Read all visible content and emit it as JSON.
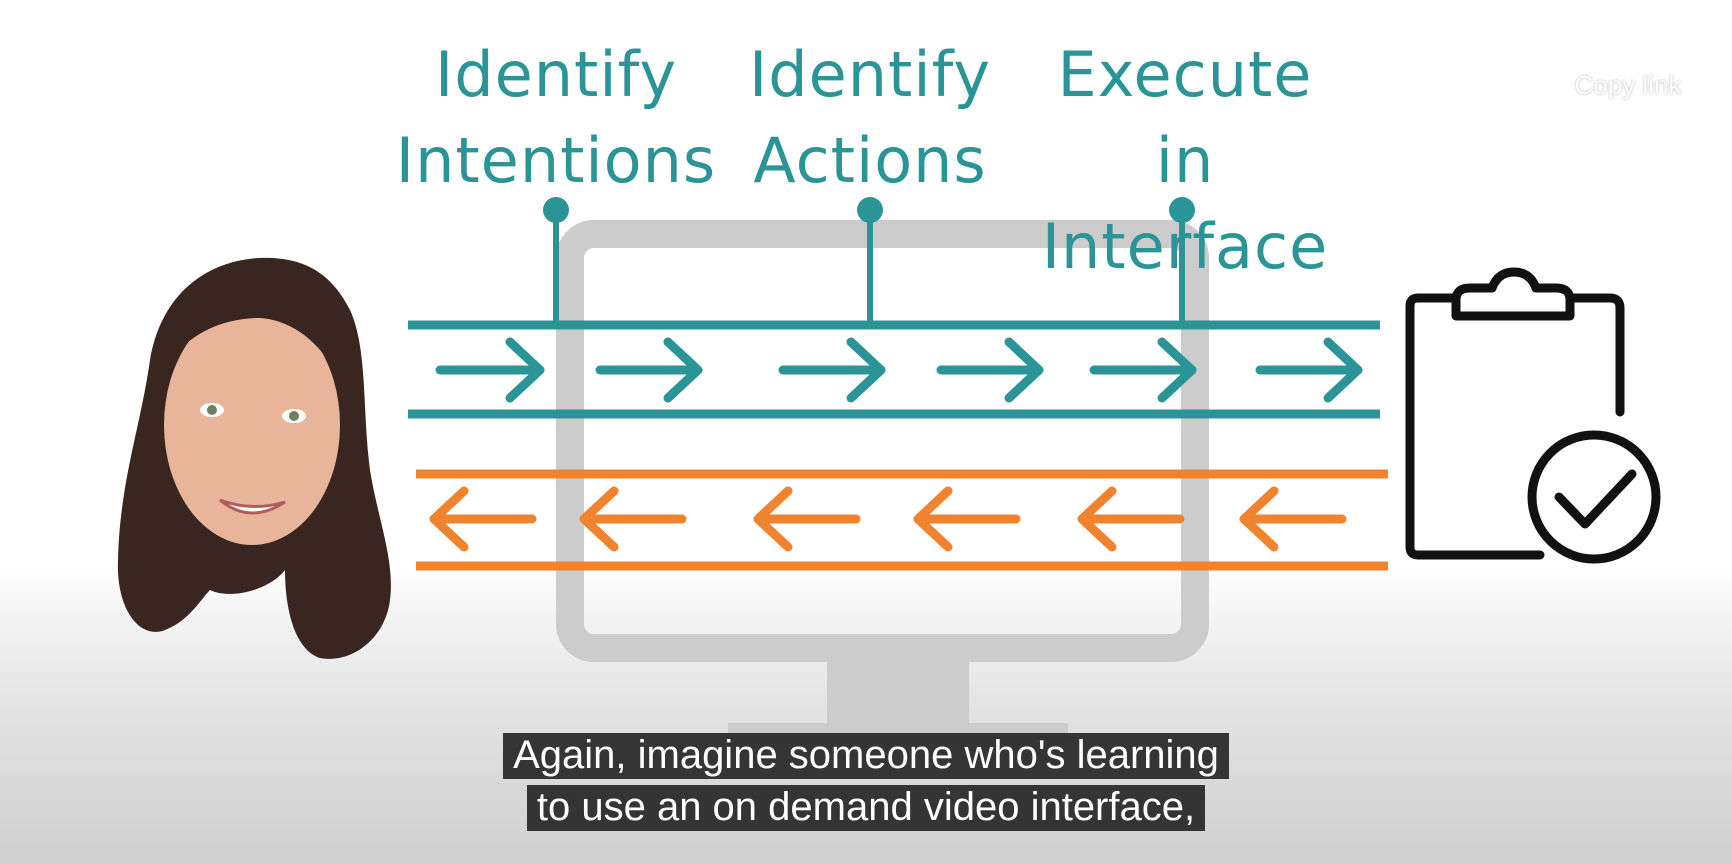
{
  "stages": [
    {
      "label": "Identify\nIntentions"
    },
    {
      "label": "Identify\nActions"
    },
    {
      "label": "Execute in\nInterface"
    }
  ],
  "overlay": {
    "copy_link_label": "Copy link",
    "copy_icon": "copy-icon"
  },
  "captions": {
    "line1": "Again, imagine someone who's learning",
    "line2": "to use an on demand video interface,"
  },
  "colors": {
    "teal": "#2a9497",
    "orange": "#f0832e",
    "monitor": "#cccccc",
    "caption_bg": "#1e1e1e"
  },
  "icons": {
    "execution_arrow": "arrow-right-icon",
    "evaluation_arrow": "arrow-left-icon",
    "goal": "clipboard-check-icon",
    "presenter": "presenter-photo"
  }
}
